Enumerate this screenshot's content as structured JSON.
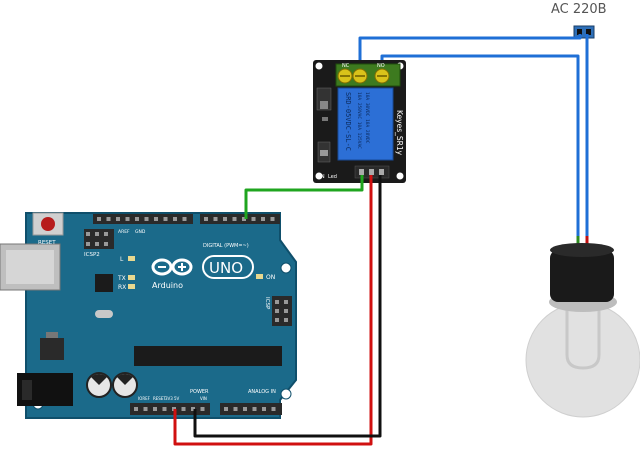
{
  "ac_label": "AC 220B",
  "arduino": {
    "logo_text": "UNO",
    "brand": "Arduino",
    "reset_label": "RESET",
    "icsp2_label": "ICSP2",
    "l_label": "L",
    "tx_label": "TX",
    "rx_label": "RX",
    "on_label": "ON",
    "icsp_label": "ICSP",
    "digital_label": "DIGITAL (PWM=~)",
    "power_label": "POWER",
    "analog_label": "ANALOG IN",
    "aref_label": "AREF",
    "gnd_label": "GND",
    "ioref_label": "IOREF",
    "reset_pin_label": "RESET",
    "v33_label": "3V3",
    "v5_label": "5V",
    "vin_label": "VIN"
  },
  "relay": {
    "module_label": "Keyes_SR1y",
    "relay_text_1": "SRD-05VDC-SL-C",
    "relay_text_2": "10A 250VAC  10A 125VAC",
    "relay_text_3": "10A 30VDC  10A 28VDC",
    "nc_label": "NC",
    "no_label": "NO",
    "on_label": "ON",
    "led_label": "Led"
  },
  "colors": {
    "board": "#1b6a8a",
    "board_edge": "#0f4f6b",
    "header": "#2b2b2b",
    "relay_module": "#1a1a1a",
    "relay_body": "#2c6fd6",
    "terminal": "#2e8b1f",
    "wire_signal": "#1fa51f",
    "wire_vcc": "#d01010",
    "wire_gnd": "#101010",
    "wire_ac": "#1f6fd6",
    "bulb_base": "#1a1a1a",
    "bulb_glass": "#e0e0e0"
  }
}
